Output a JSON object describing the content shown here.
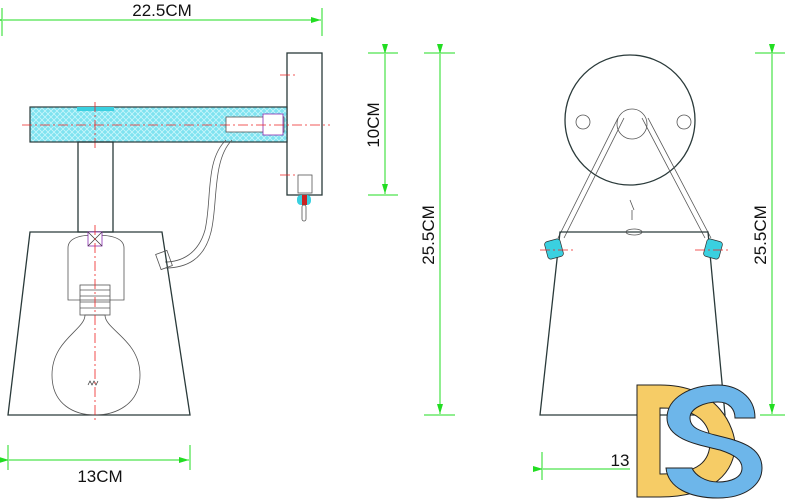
{
  "dimensions": {
    "width_total": "22.5CM",
    "plate_height": "10CM",
    "height_side": "25.5CM",
    "height_front": "25.5CM",
    "shade_width": "13CM",
    "shade_width_front": "13"
  },
  "logo": {
    "text": "DS",
    "colors": {
      "d": "#f6cc66",
      "s": "#6db6ea"
    }
  },
  "colors": {
    "dimension": "#22dd22",
    "centerline": "#ee2222",
    "hatch": "#7fe3f0",
    "outline": "#2a3a3a"
  }
}
